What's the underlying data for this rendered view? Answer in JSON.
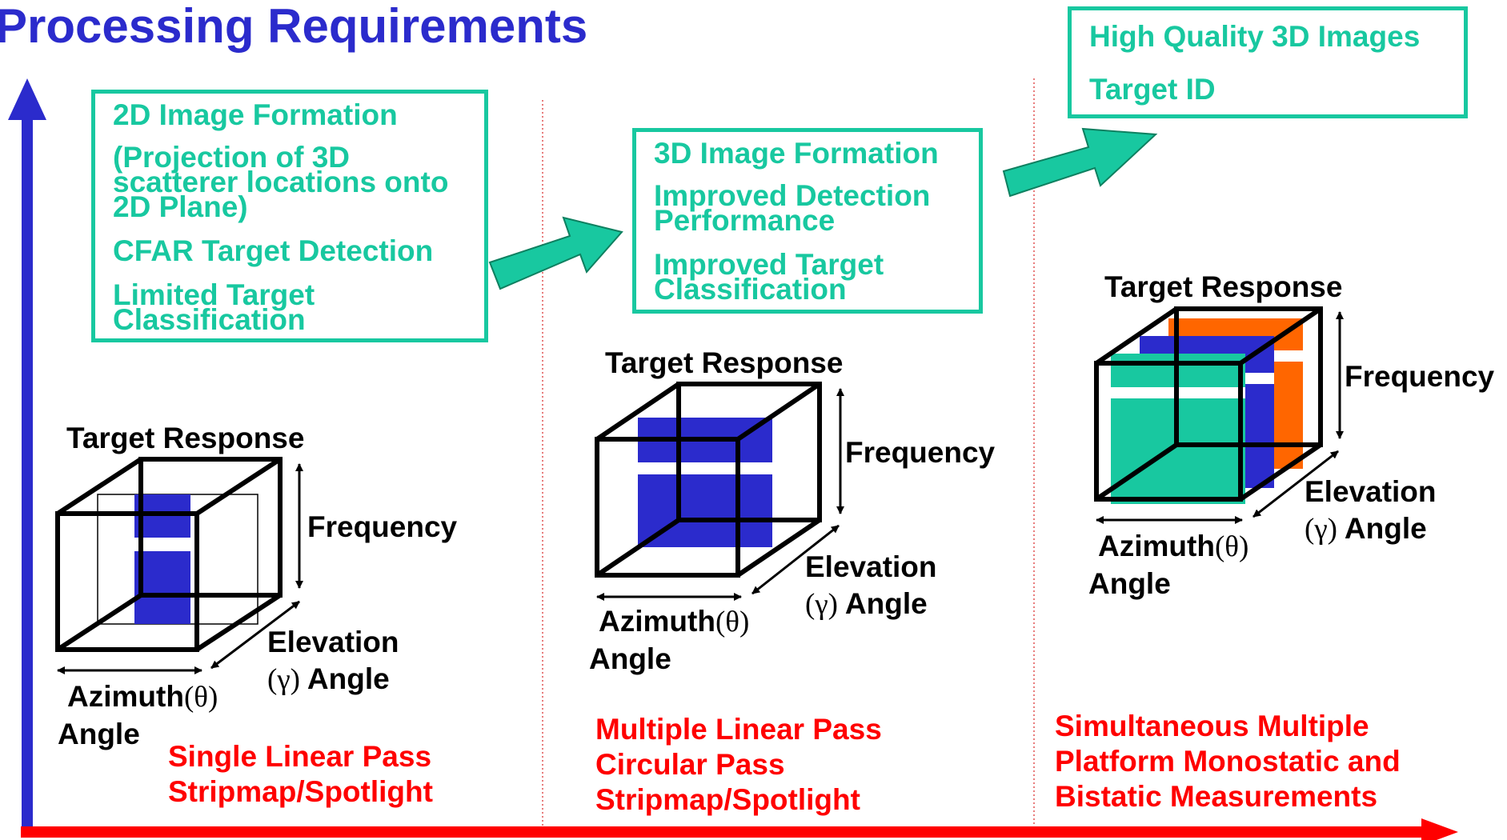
{
  "title": "Processing Requirements",
  "colors": {
    "title": "#2b2bcc",
    "box_border": "#18c8a0",
    "box_text": "#18c8a0",
    "vertical_axis": "#2b2bcc",
    "horizontal_axis": "#ff0000",
    "stage_label": "#ff0000",
    "fill_blue": "#2b2bcc",
    "fill_green": "#18c8a0",
    "fill_orange": "#ff6600"
  },
  "stages": [
    {
      "box_lines": [
        "2D Image Formation",
        "(Projection of 3D",
        "scatterer locations onto",
        "2D Plane)",
        "CFAR Target Detection",
        "Limited Target",
        "Classification"
      ],
      "cube": {
        "title": "Target Response",
        "vertical_label": "Frequency",
        "depth_label_line1": "Elevation",
        "depth_greek": "(γ)",
        "depth_label_line2": "Angle",
        "width_label_line1": "Azimuth",
        "width_greek": "(θ)",
        "width_label_line2": "Angle"
      },
      "label_lines": [
        "Single Linear Pass",
        "Stripmap/Spotlight"
      ]
    },
    {
      "box_lines": [
        "3D Image Formation",
        "Improved Detection",
        "Performance",
        "Improved Target",
        "Classification"
      ],
      "cube": {
        "title": "Target Response",
        "vertical_label": "Frequency",
        "depth_label_line1": "Elevation",
        "depth_greek": "(γ)",
        "depth_label_line2": "Angle",
        "width_label_line1": "Azimuth",
        "width_greek": "(θ)",
        "width_label_line2": "Angle"
      },
      "label_lines": [
        "Multiple Linear Pass",
        "Circular Pass",
        "Stripmap/Spotlight"
      ]
    },
    {
      "box_lines": [
        "High Quality 3D Images",
        "Target ID"
      ],
      "cube": {
        "title": "Target Response",
        "vertical_label": "Frequency",
        "depth_label_line1": "Elevation",
        "depth_greek": "(γ)",
        "depth_label_line2": "Angle",
        "width_label_line1": "Azimuth",
        "width_greek": "(θ)",
        "width_label_line2": "Angle"
      },
      "label_lines": [
        "Simultaneous Multiple",
        "Platform Monostatic and",
        "Bistatic  Measurements"
      ]
    }
  ]
}
